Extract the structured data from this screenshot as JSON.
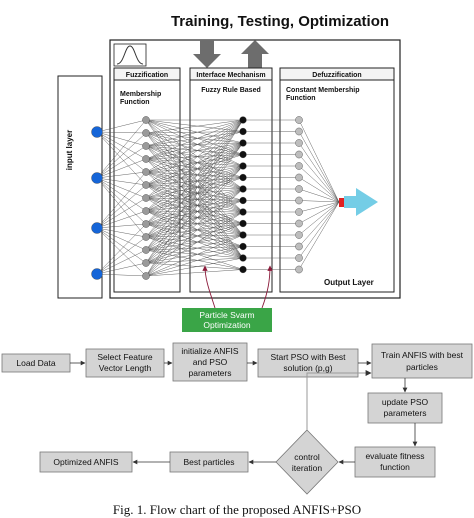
{
  "top": {
    "title": "Training, Testing, Optimization",
    "input_layer": "input layer",
    "fuzzification": "Fuzzification",
    "membership_line1": "Membership",
    "membership_line2": "Function",
    "interface_mechanism": "Interface Mechanism",
    "fuzzy_rule_based": "Fuzzy Rule Based",
    "defuzzification": "Defuzzification",
    "constant_line1": "Constant Membership",
    "constant_line2": "Function",
    "output_layer": "Output Layer",
    "pso_line1": "Particle Svarm",
    "pso_line2": "Optimization"
  },
  "flow": {
    "load_data": "Load Data",
    "select_feature_1": "Select Feature",
    "select_feature_2": "Vector Length",
    "init_1": "initialize ANFIS",
    "init_2": "and PSO",
    "init_3": "parameters",
    "start_pso_1": "Start PSO with Best",
    "start_pso_2": "solution (p,g)",
    "train_1": "Train ANFIS with best",
    "train_2": "particles",
    "update_1": "update PSO",
    "update_2": "parameters",
    "evaluate_1": "evaluate fitness",
    "evaluate_2": "function",
    "control_1": "control",
    "control_2": "iteration",
    "best_particles": "Best particles",
    "optimized": "Optimized ANFIS"
  },
  "caption": "Fig. 1. Flow chart of the proposed ANFIS+PSO",
  "colors": {
    "input_node": "#1565d8",
    "output_arrow": "#74cde6",
    "output_tip": "#e02020",
    "pso_box": "#3aa547",
    "pso_arrow": "#8b1a3a",
    "flow_box": "#d4d4d4",
    "arrow_gray": "#9a9a9a"
  }
}
